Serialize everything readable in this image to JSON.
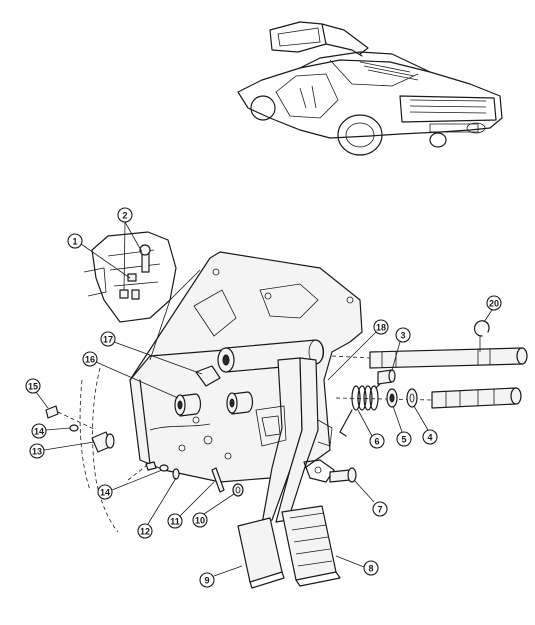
{
  "callouts": [
    {
      "n": "1"
    },
    {
      "n": "2"
    },
    {
      "n": "3"
    },
    {
      "n": "4"
    },
    {
      "n": "5"
    },
    {
      "n": "6"
    },
    {
      "n": "7"
    },
    {
      "n": "8"
    },
    {
      "n": "9"
    },
    {
      "n": "10"
    },
    {
      "n": "11"
    },
    {
      "n": "12"
    },
    {
      "n": "13"
    },
    {
      "n": "14"
    },
    {
      "n": "14"
    },
    {
      "n": "15"
    },
    {
      "n": "16"
    },
    {
      "n": "17"
    },
    {
      "n": "18"
    },
    {
      "n": "20"
    }
  ]
}
